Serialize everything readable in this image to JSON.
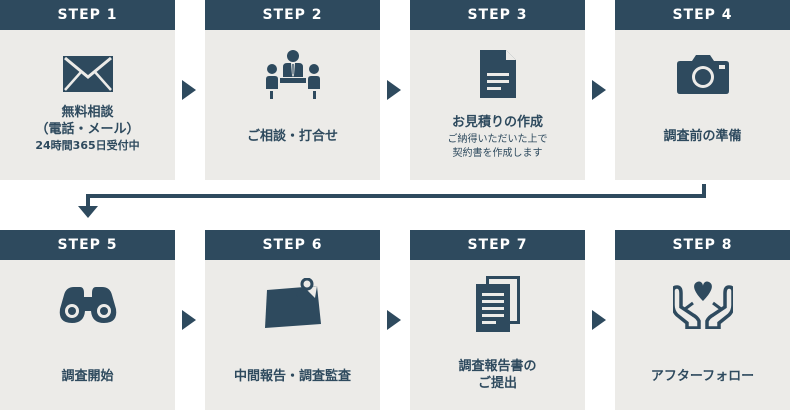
{
  "colors": {
    "primary": "#2e4a5e",
    "card_bg": "#ecebe8",
    "text_on_header": "#ffffff"
  },
  "steps": [
    {
      "label": "STEP 1",
      "icon": "envelope-icon",
      "lines": [
        "無料相談",
        "（電話・メール）"
      ],
      "sub": "24時間365日受付中"
    },
    {
      "label": "STEP 2",
      "icon": "meeting-people-icon",
      "lines": [
        "ご相談・打合せ"
      ]
    },
    {
      "label": "STEP 3",
      "icon": "document-icon",
      "lines": [
        "お見積りの作成"
      ],
      "sub": "ご納得いただいた上で",
      "sub2": "契約書を作成します"
    },
    {
      "label": "STEP 4",
      "icon": "camera-icon",
      "lines": [
        "調査前の準備"
      ]
    },
    {
      "label": "STEP 5",
      "icon": "binoculars-icon",
      "lines": [
        "調査開始"
      ]
    },
    {
      "label": "STEP 6",
      "icon": "memo-pin-icon",
      "lines": [
        "中間報告・調査監査"
      ]
    },
    {
      "label": "STEP 7",
      "icon": "report-documents-icon",
      "lines": [
        "調査報告書の",
        "ご提出"
      ]
    },
    {
      "label": "STEP 8",
      "icon": "hands-heart-icon",
      "lines": [
        "アフターフォロー"
      ]
    }
  ]
}
